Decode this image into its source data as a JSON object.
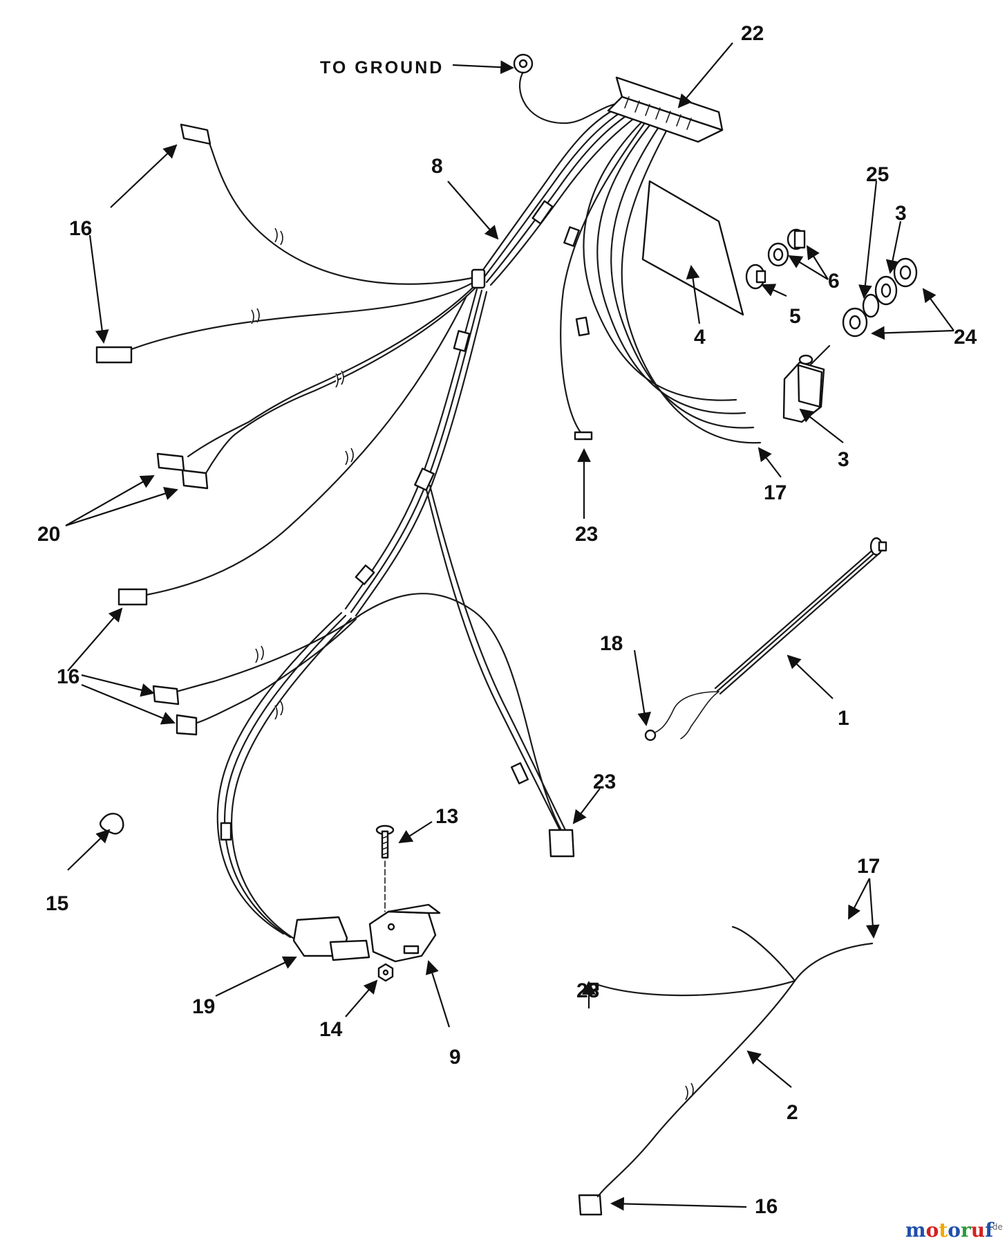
{
  "diagram": {
    "ground_label": "TO GROUND",
    "callouts": [
      {
        "id": "22",
        "text": "22"
      },
      {
        "id": "8",
        "text": "8"
      },
      {
        "id": "16a",
        "text": "16"
      },
      {
        "id": "25",
        "text": "25"
      },
      {
        "id": "3a",
        "text": "3"
      },
      {
        "id": "6",
        "text": "6"
      },
      {
        "id": "5",
        "text": "5"
      },
      {
        "id": "4",
        "text": "4"
      },
      {
        "id": "24",
        "text": "24"
      },
      {
        "id": "3b",
        "text": "3"
      },
      {
        "id": "17a",
        "text": "17"
      },
      {
        "id": "23a",
        "text": "23"
      },
      {
        "id": "20",
        "text": "20"
      },
      {
        "id": "16b",
        "text": "16"
      },
      {
        "id": "18",
        "text": "18"
      },
      {
        "id": "1",
        "text": "1"
      },
      {
        "id": "23b",
        "text": "23"
      },
      {
        "id": "13",
        "text": "13"
      },
      {
        "id": "15",
        "text": "15"
      },
      {
        "id": "17b",
        "text": "17"
      },
      {
        "id": "19",
        "text": "19"
      },
      {
        "id": "14",
        "text": "14"
      },
      {
        "id": "9",
        "text": "9"
      },
      {
        "id": "23c",
        "text": "23"
      },
      {
        "id": "2",
        "text": "2"
      },
      {
        "id": "16c",
        "text": "16"
      }
    ]
  },
  "watermark": {
    "parts": [
      "m",
      "o",
      "t",
      "o",
      "r",
      "u",
      "f"
    ],
    "suffix": ".de",
    "colors": [
      "#1f4fa8",
      "#d42020",
      "#f0a800",
      "#1f4fa8",
      "#2a9a3a",
      "#d42020",
      "#1f4fa8"
    ]
  }
}
